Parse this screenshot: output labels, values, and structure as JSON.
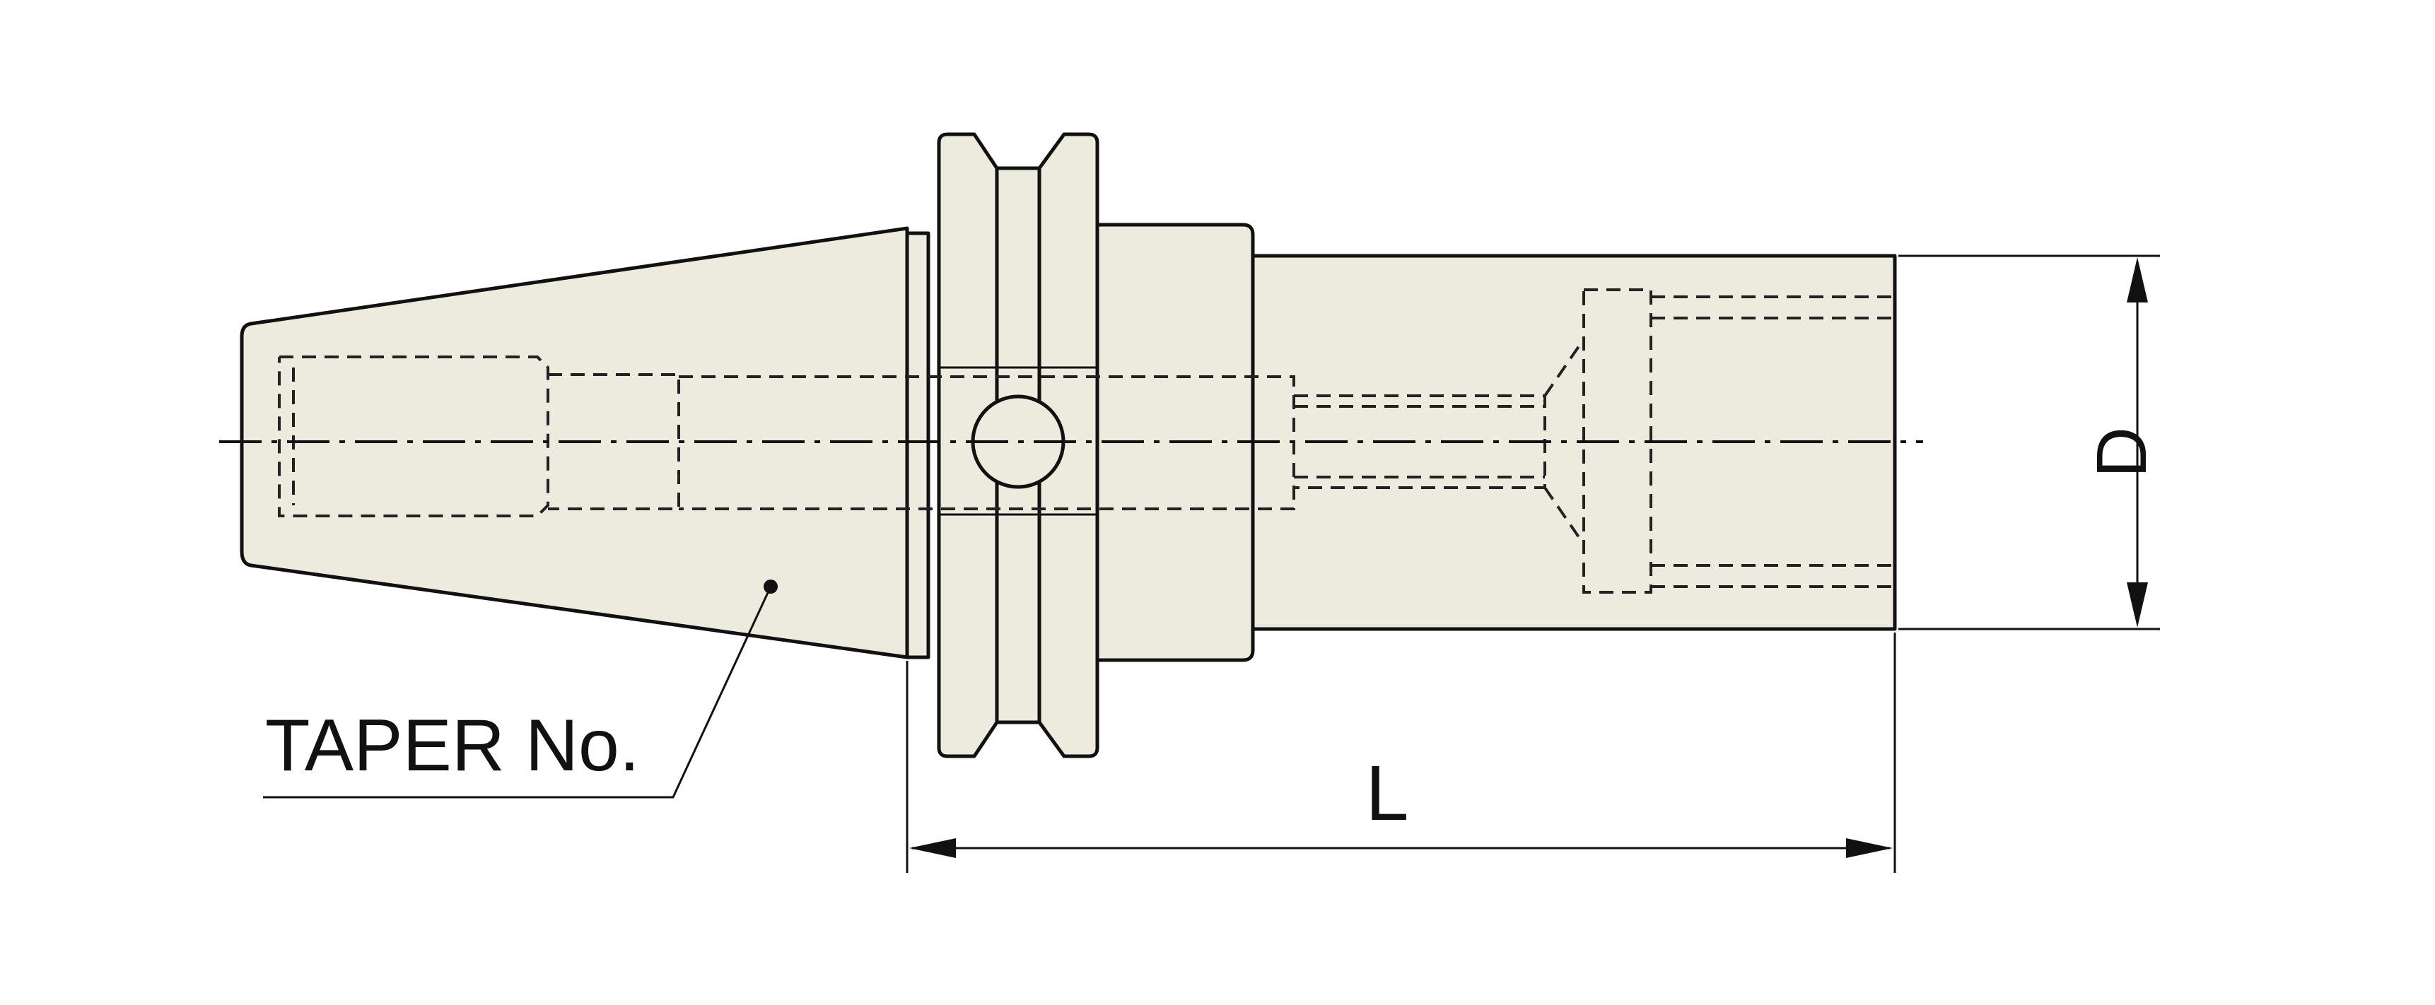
{
  "labels": {
    "taper": "TAPER No.",
    "length": "L",
    "diameter": "D"
  },
  "colors": {
    "body_fill": "#ecebde",
    "line": "#111111",
    "background": "#ffffff"
  }
}
